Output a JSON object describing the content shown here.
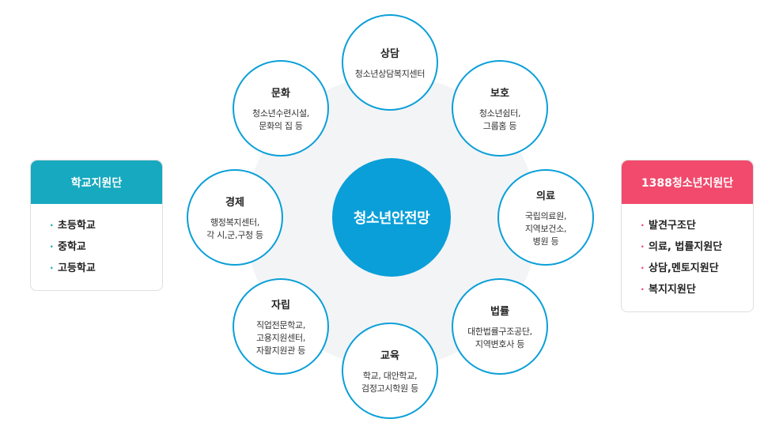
{
  "colors": {
    "center": "#0a9fd8",
    "left_header": "#17a9bf",
    "right_header": "#f14a6c"
  },
  "center": {
    "label": "청소년안전망"
  },
  "nodes": [
    {
      "title": "상담",
      "desc": "청소년상담복지센터"
    },
    {
      "title": "보호",
      "desc": "청소년쉼터,\n그룹홈 등"
    },
    {
      "title": "의료",
      "desc": "국립의료원,\n지역보건소,\n병원 등"
    },
    {
      "title": "법률",
      "desc": "대한법률구조공단,\n지역변호사 등"
    },
    {
      "title": "교육",
      "desc": "학교, 대안학교,\n검정고시학원 등"
    },
    {
      "title": "자립",
      "desc": "직업전문학교,\n고용지원센터,\n자활지원관 등"
    },
    {
      "title": "경제",
      "desc": "행정복지센터,\n각 시,군,구청 등"
    },
    {
      "title": "문화",
      "desc": "청소년수련시설,\n문화의 집 등"
    }
  ],
  "left_panel": {
    "title": "학교지원단",
    "items": [
      "초등학교",
      "중학교",
      "고등학교"
    ]
  },
  "right_panel": {
    "title": "1388청소년지원단",
    "items": [
      "발견구조단",
      "의료, 법률지원단",
      "상담,멘토지원단",
      "복지지원단"
    ]
  }
}
